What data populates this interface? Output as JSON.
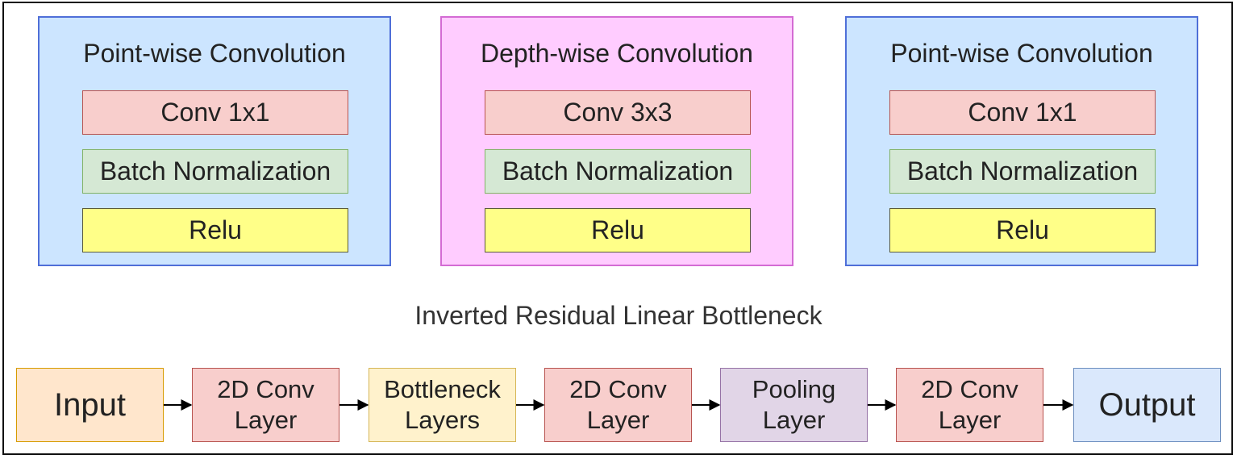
{
  "blocks": [
    {
      "title": "Point-wise Convolution",
      "fill": "#cce5ff",
      "stroke": "#4f6fd8",
      "layers": [
        "Conv 1x1",
        "Batch Normalization",
        "Relu"
      ]
    },
    {
      "title": "Depth-wise Convolution",
      "fill": "#ffccff",
      "stroke": "#d46bd4",
      "layers": [
        "Conv 3x3",
        "Batch Normalization",
        "Relu"
      ]
    },
    {
      "title": "Point-wise Convolution",
      "fill": "#cce5ff",
      "stroke": "#4f6fd8",
      "layers": [
        "Conv 1x1",
        "Batch Normalization",
        "Relu"
      ]
    }
  ],
  "layer_styles": [
    {
      "fill": "#f8cecc",
      "stroke": "#b85450"
    },
    {
      "fill": "#d5e8d4",
      "stroke": "#82b366"
    },
    {
      "fill": "#ffff88",
      "stroke": "#5a5a3a"
    }
  ],
  "caption": "Inverted Residual Linear Bottleneck",
  "pipeline": [
    {
      "label": "Input",
      "fill": "#ffe6cc",
      "stroke": "#d79b00",
      "name": "input"
    },
    {
      "label": "2D Conv\nLayer",
      "fill": "#f8cecc",
      "stroke": "#b85450",
      "name": "conv-layer-1"
    },
    {
      "label": "Bottleneck\nLayers",
      "fill": "#fff2cc",
      "stroke": "#d6b656",
      "name": "bottleneck-layers"
    },
    {
      "label": "2D Conv\nLayer",
      "fill": "#f8cecc",
      "stroke": "#b85450",
      "name": "conv-layer-2"
    },
    {
      "label": "Pooling\nLayer",
      "fill": "#e1d5e7",
      "stroke": "#9673a6",
      "name": "pooling-layer"
    },
    {
      "label": "2D Conv\nLayer",
      "fill": "#f8cecc",
      "stroke": "#b85450",
      "name": "conv-layer-3"
    },
    {
      "label": "Output",
      "fill": "#dae8fc",
      "stroke": "#6c8ebf",
      "name": "output"
    }
  ]
}
